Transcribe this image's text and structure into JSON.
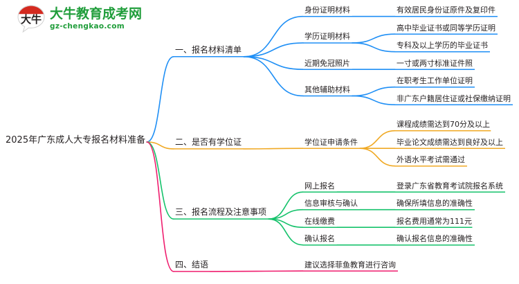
{
  "logo": {
    "mark_text": "大牛",
    "title": "大牛教育成考网",
    "subtitle": "gz-chengkao.com",
    "brand_color": "#1f9d3a",
    "mark_color": "#d42a20"
  },
  "mindmap": {
    "root": {
      "label": "2025年广东成人大专报名材料准备"
    },
    "branch_colors": {
      "blue": "#1f8ff5",
      "orange": "#f0a924",
      "green": "#15c26b",
      "pink": "#ef1d6e"
    },
    "branches": [
      {
        "label": "一、报名材料清单",
        "color": "#1f8ff5",
        "children": [
          {
            "label": "身份证明材料",
            "children": [
              {
                "label": "有效居民身份证原件及复印件"
              }
            ]
          },
          {
            "label": "学历证明材料",
            "children": [
              {
                "label": "高中毕业证书或同等学历证明"
              },
              {
                "label": "专科及以上学历的毕业证书"
              }
            ]
          },
          {
            "label": "近期免冠照片",
            "children": [
              {
                "label": "一寸或两寸标准证件照"
              }
            ]
          },
          {
            "label": "其他辅助材料",
            "children": [
              {
                "label": "在职考生工作单位证明"
              },
              {
                "label": "非广东户籍居住证或社保缴纳证明"
              }
            ]
          }
        ]
      },
      {
        "label": "二、是否有学位证",
        "color": "#f0a924",
        "children": [
          {
            "label": "学位证申请条件",
            "children": [
              {
                "label": "课程成绩需达到70分及以上"
              },
              {
                "label": "毕业论文成绩需达到良好及以上"
              },
              {
                "label": "外语水平考试需通过"
              }
            ]
          }
        ]
      },
      {
        "label": "三、报名流程及注意事项",
        "color": "#15c26b",
        "children": [
          {
            "label": "网上报名",
            "children": [
              {
                "label": "登录广东省教育考试院报名系统"
              }
            ]
          },
          {
            "label": "信息审核与确认",
            "children": [
              {
                "label": "确保所填信息的准确性"
              }
            ]
          },
          {
            "label": "在线缴费",
            "children": [
              {
                "label": "报名费用通常为111元"
              }
            ]
          },
          {
            "label": "确认报名",
            "children": [
              {
                "label": "确认报名信息的准确性"
              }
            ]
          }
        ]
      },
      {
        "label": "四、结语",
        "color": "#ef1d6e",
        "children": [
          {
            "label": "建议选择菲鱼教育进行咨询",
            "children": []
          }
        ]
      }
    ]
  }
}
